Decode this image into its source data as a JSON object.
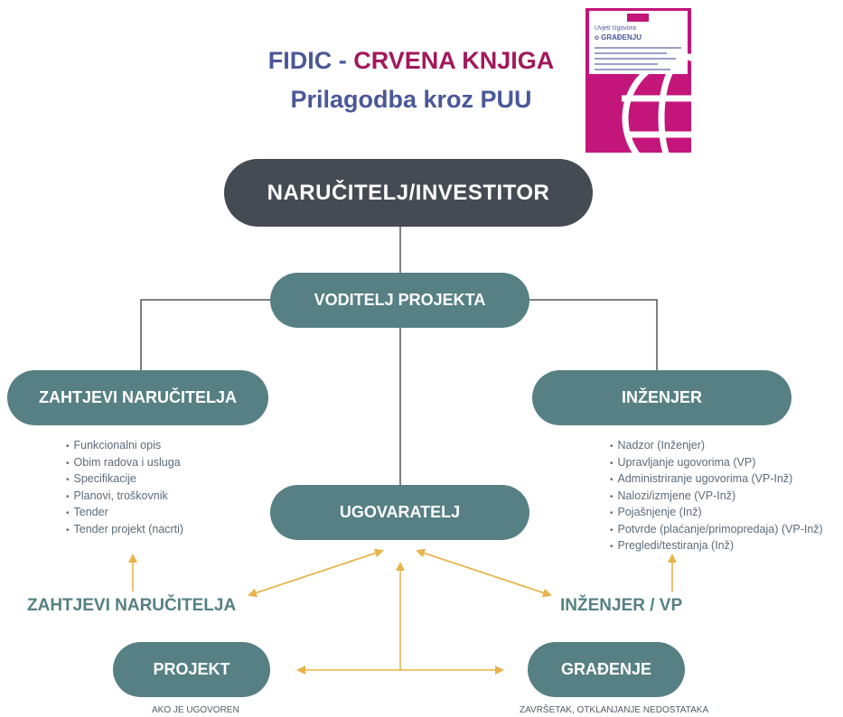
{
  "title": {
    "prefix": "FIDIC - ",
    "highlight": "CRVENA KNJIGA",
    "subtitle": "Prilagodba kroz PUU"
  },
  "book_cover": {
    "line1": "Uvjeti Ugovora",
    "line2": "o GRAĐENJU"
  },
  "nodes": {
    "investor": "NARUČITELJ/INVESTITOR",
    "project_manager": "VODITELJ PROJEKTA",
    "employer_requirements": "ZAHTJEVI NARUČITELJA",
    "engineer": "INŽENJER",
    "contractor": "UGOVARATELJ",
    "design": "PROJEKT",
    "construction": "GRAĐENJE"
  },
  "left_list": [
    "Funkcionalni opis",
    "Obim radova i usluga",
    "Specifikacije",
    "Planovi, troškovnik",
    "Tender",
    "Tender projekt (nacrti)"
  ],
  "right_list": [
    "Nadzor (Inženjer)",
    "Upravljanje ugovorima (VP)",
    "Administriranje ugovorima (VP-Inž)",
    "Nalozi/izmjene (VP-Inž)",
    "Pojašnjenje (Inž)",
    "Potvrde (plaćanje/primopredaja) (VP-Inž)",
    "Pregledi/testiranja (Inž)"
  ],
  "labels": {
    "left": "ZAHTJEVI NARUČITELJA",
    "right": "INŽENJER / VP"
  },
  "captions": {
    "design": "AKO JE UGOVOREN",
    "construction": "ZAVRŠETAK, OTKLANJANJE NEDOSTATAKA"
  },
  "colors": {
    "title_blue": "#4a5899",
    "title_red": "#a3185b",
    "dark_node": "#454b53",
    "teal_node": "#568083",
    "arrow": "#e8b34a",
    "connector": "#555555",
    "book": "#c3157a"
  }
}
